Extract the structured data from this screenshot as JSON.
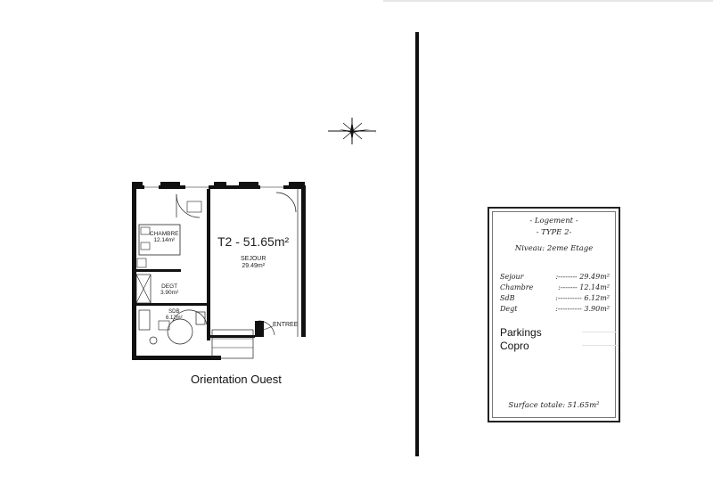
{
  "plan": {
    "title": "T2 - 51.65m²",
    "rooms": {
      "sejour": {
        "name": "SEJOUR",
        "area": "29.49m²"
      },
      "chambre": {
        "name": "CHAMBRE",
        "area": "12.14m²"
      },
      "degt": {
        "name": "DEGT",
        "area": "3.90m²"
      },
      "sdb": {
        "name": "SDB",
        "area": "6.12m²"
      },
      "entree": {
        "name": "ENTREE"
      }
    },
    "orientation": "Orientation Ouest"
  },
  "card": {
    "heading": "- Logement -",
    "type": "- TYPE 2-",
    "niveau": "Niveau: 2eme Etage",
    "rows": [
      {
        "label": "Sejour",
        "value": ":-------- 29.49m²"
      },
      {
        "label": "Chambre",
        "value": ":------- 12.14m²"
      },
      {
        "label": "SdB",
        "value": ":---------- 6.12m²"
      },
      {
        "label": "Degt",
        "value": ":---------- 3.90m²"
      }
    ],
    "parkings": "Parkings",
    "copro": "Copro",
    "surface": "Surface totale: 51.65m²"
  },
  "icons": {
    "compass": "compass-star-icon"
  }
}
